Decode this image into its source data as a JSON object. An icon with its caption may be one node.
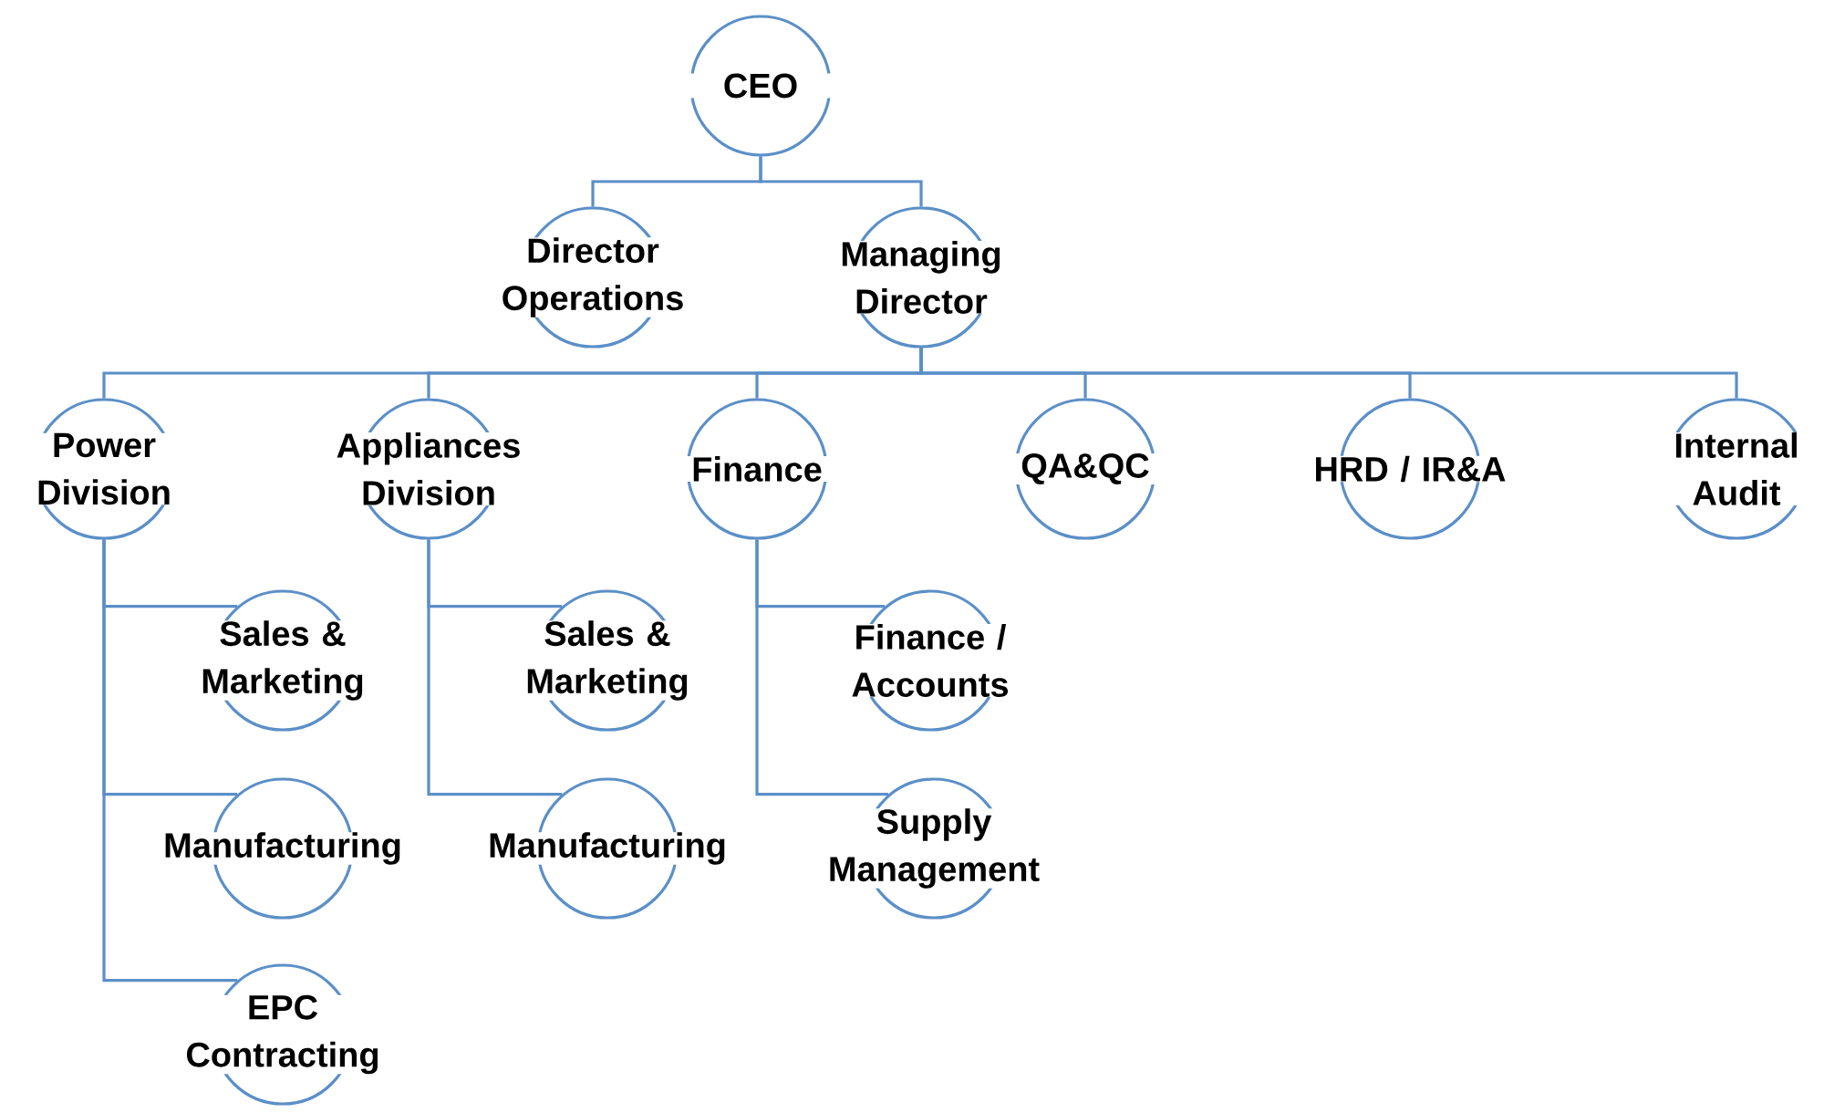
{
  "diagram": {
    "nodes": [
      {
        "text": [
          "CEO"
        ]
      },
      {
        "text": [
          "Director Operations"
        ]
      },
      {
        "text": [
          "Managing Director"
        ]
      },
      {
        "text": [
          "Power Division"
        ]
      },
      {
        "text": [
          "Appliances Division"
        ]
      },
      {
        "text": [
          "Finance"
        ]
      },
      {
        "text": [
          "QA&QC"
        ]
      },
      {
        "text": [
          "HRD / IR&A"
        ]
      },
      {
        "text": [
          "Internal Audit"
        ]
      },
      {
        "text": [
          "Sales & Marketing"
        ]
      },
      {
        "text": [
          "Manufacturing"
        ]
      },
      {
        "text": [
          "EPC Contracting"
        ]
      },
      {
        "text": [
          "Sales & Marketing"
        ]
      },
      {
        "text": [
          "Manufacturing"
        ]
      },
      {
        "text": [
          "Finance / Accounts"
        ]
      },
      {
        "text": [
          "Supply Management"
        ]
      }
    ],
    "edges": [
      {
        "from": 0,
        "to": 1,
        "arrow": "none"
      },
      {
        "from": 0,
        "to": 2,
        "arrow": "none"
      },
      {
        "from": 2,
        "to": 3,
        "arrow": "none"
      },
      {
        "from": 2,
        "to": 4,
        "arrow": "none"
      },
      {
        "from": 2,
        "to": 5,
        "arrow": "none"
      },
      {
        "from": 2,
        "to": 6,
        "arrow": "none"
      },
      {
        "from": 2,
        "to": 7,
        "arrow": "none"
      },
      {
        "from": 2,
        "to": 8,
        "arrow": "none"
      },
      {
        "from": 3,
        "to": 9,
        "arrow": "none"
      },
      {
        "from": 3,
        "to": 10,
        "arrow": "none"
      },
      {
        "from": 3,
        "to": 11,
        "arrow": "none"
      },
      {
        "from": 4,
        "to": 12,
        "arrow": "none"
      },
      {
        "from": 4,
        "to": 13,
        "arrow": "none"
      },
      {
        "from": 5,
        "to": 14,
        "arrow": "none"
      },
      {
        "from": 5,
        "to": 15,
        "arrow": "none"
      }
    ]
  }
}
